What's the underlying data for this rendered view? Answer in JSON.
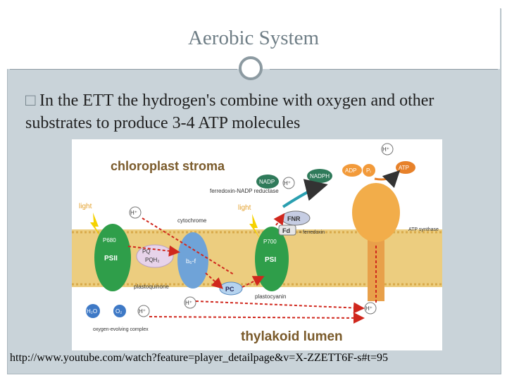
{
  "slide": {
    "title": "Aerobic System",
    "bullet_icon": "missing-glyph-box",
    "bullet_marker": "□",
    "bullet_text": "In the ETT the hydrogen's combine with oxygen and other substrates to produce 3-4 ATP molecules",
    "url": "http://www.youtube.com/watch?feature=player_detailpage&v=X-ZZETT6F-s#t=95"
  },
  "diagram": {
    "stroma_label": "chloroplast stroma",
    "lumen_label": "thylakoid lumen",
    "labels": {
      "ferredoxin_nadp_reductase": "ferredoxin-NADP reductase",
      "cytochrome": "cytochrome",
      "plastoquinone": "plastoquinone",
      "plastocyanin": "plastocyanin",
      "oxygen_evolving_complex": "oxygen-evolving complex",
      "ferredoxin": "= ferredoxin",
      "atp_synthase": "ATP synthase",
      "light_left": "light",
      "light_right": "light"
    },
    "molecules": {
      "psii": "PSII",
      "psi": "PSI",
      "p680": "P680",
      "p700": "P700",
      "pq": "PQ",
      "pqh2": "PQH₂",
      "b6f": "b₆-f",
      "pc": "PC",
      "fd": "Fd",
      "fnr": "FNR",
      "nadp": "NADP",
      "nadph": "NADPH",
      "adp": "ADP",
      "pi": "Pᵢ",
      "atp": "ATP",
      "h2o": "H₂O",
      "o2": "O₂",
      "hplus": "H⁺"
    },
    "colors": {
      "membrane": "#e8c26a",
      "psii": "#2f9e4a",
      "psi": "#2f9e4a",
      "cytochrome": "#6fa3d8",
      "atp_synthase": "#f0a640",
      "arrow_red": "#d0271d",
      "title_brown": "#7a5a2a"
    }
  }
}
